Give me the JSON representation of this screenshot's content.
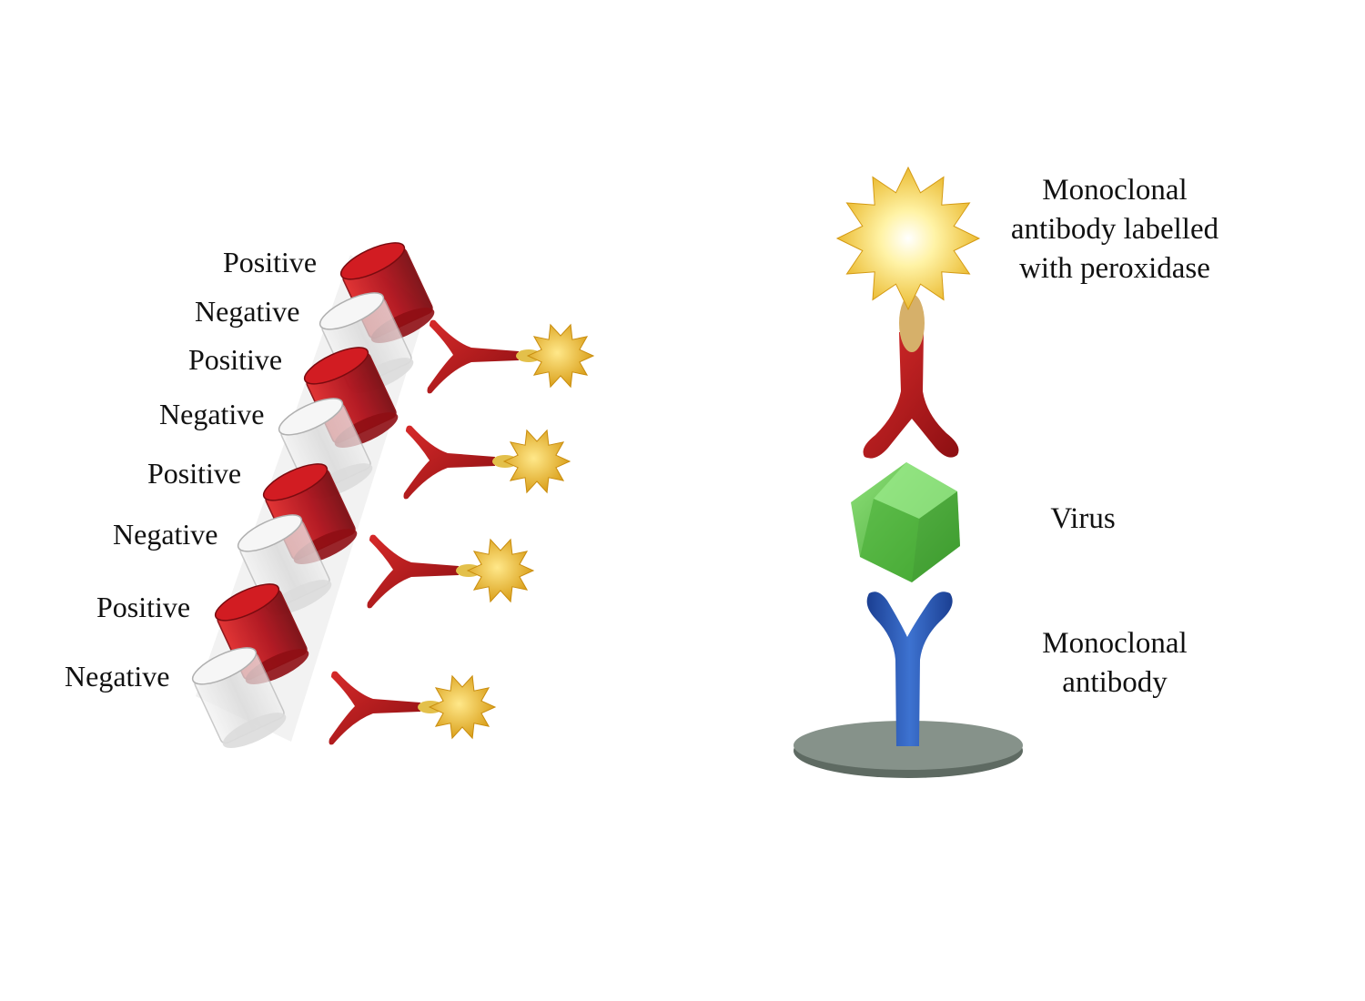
{
  "wells": [
    {
      "label": "Positive",
      "result": "positive"
    },
    {
      "label": "Negative",
      "result": "negative"
    },
    {
      "label": "Positive",
      "result": "positive"
    },
    {
      "label": "Negative",
      "result": "negative"
    },
    {
      "label": "Positive",
      "result": "positive"
    },
    {
      "label": "Negative",
      "result": "negative"
    },
    {
      "label": "Positive",
      "result": "positive"
    },
    {
      "label": "Negative",
      "result": "negative"
    }
  ],
  "legend": {
    "labelled_antibody": {
      "lines": [
        "Monoclonal",
        "antibody labelled",
        "with peroxidase"
      ]
    },
    "virus": {
      "lines": [
        "Virus"
      ]
    },
    "capture_antibody": {
      "lines": [
        "Monoclonal",
        "antibody"
      ]
    }
  },
  "colors": {
    "positive_fill": "#c0121a",
    "negative_fill": "#e6e6e6",
    "labelled_antibody": "#b81a1a",
    "peroxidase": "#f2c230",
    "virus": "#4fc23a",
    "capture_antibody": "#2456b0",
    "plate": "#7e8a80"
  }
}
